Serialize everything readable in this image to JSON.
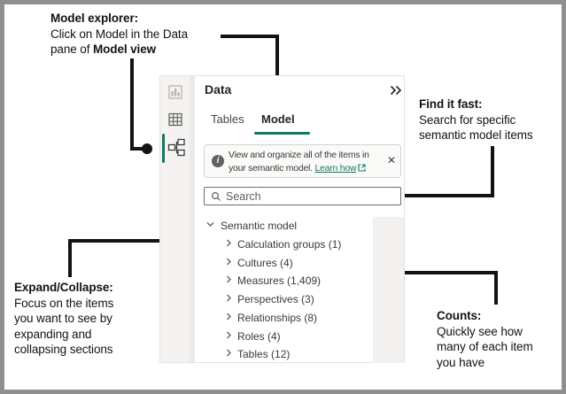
{
  "annotations": {
    "model_explorer": {
      "title": "Model explorer:",
      "line1": "Click on Model in the Data",
      "line2_regular": "pane of ",
      "line2_bold": "Model view"
    },
    "find_it_fast": {
      "title": "Find it fast:",
      "line1": "Search for specific",
      "line2": "semantic model items"
    },
    "expand_collapse": {
      "title": "Expand/Collapse:",
      "lines": [
        "Focus on the items",
        "you want to see by",
        "expanding and",
        "collapsing sections"
      ]
    },
    "counts": {
      "title": "Counts:",
      "lines": [
        "Quickly see how",
        "many of each item",
        "you have"
      ]
    }
  },
  "pane": {
    "title": "Data",
    "tabs": [
      {
        "label": "Tables",
        "active": false
      },
      {
        "label": "Model",
        "active": true
      }
    ],
    "banner": {
      "info_glyph": "i",
      "text1": "View and organize all of the items in",
      "text2": "your semantic model. ",
      "link": "Learn how",
      "close_icon": "✕"
    },
    "search": {
      "placeholder": "Search"
    },
    "tree": {
      "root": "Semantic model",
      "items": [
        "Calculation groups (1)",
        "Cultures (4)",
        "Measures (1,409)",
        "Perspectives (3)",
        "Relationships (8)",
        "Roles (4)",
        "Tables (12)"
      ]
    }
  },
  "colors": {
    "accent_teal": "#107865",
    "callout_black": "#131313",
    "frame_border": "#8f8f8f",
    "sidebar_bg": "#f4f3f1"
  }
}
